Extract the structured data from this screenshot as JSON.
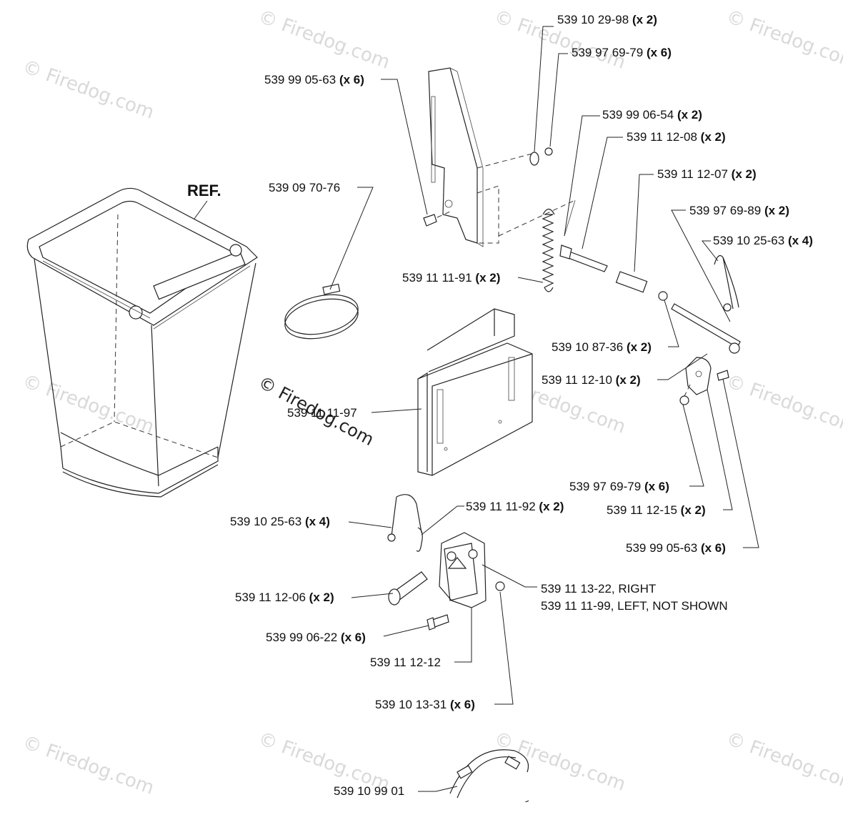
{
  "ref_label": "REF.",
  "watermark": "© Firedog.com",
  "colors": {
    "line": "#222222",
    "watermark": "#d9d9d9",
    "background": "#ffffff"
  },
  "callouts": [
    {
      "id": "c1",
      "part": "539 10 29-98",
      "qty": "(x 2)"
    },
    {
      "id": "c2",
      "part": "539 97 69-79",
      "qty": "(x 6)"
    },
    {
      "id": "c3",
      "part": "539 99 05-63",
      "qty": "(x 6)"
    },
    {
      "id": "c4",
      "part": "539 99 06-54",
      "qty": "(x 2)"
    },
    {
      "id": "c5",
      "part": "539 11 12-08",
      "qty": "(x 2)"
    },
    {
      "id": "c6",
      "part": "539 11 12-07",
      "qty": "(x 2)"
    },
    {
      "id": "c7",
      "part": "539 09 70-76",
      "qty": ""
    },
    {
      "id": "c8",
      "part": "539 97 69-89",
      "qty": "(x 2)"
    },
    {
      "id": "c9",
      "part": "539 10 25-63",
      "qty": "(x 4)"
    },
    {
      "id": "c10",
      "part": "539 11 11-91",
      "qty": "(x 2)"
    },
    {
      "id": "c11",
      "part": "539 10 87-36",
      "qty": "(x 2)"
    },
    {
      "id": "c12",
      "part": "539 11 12-10",
      "qty": "(x 2)"
    },
    {
      "id": "c13",
      "part": "539 11 11-97",
      "qty": ""
    },
    {
      "id": "c14",
      "part": "539 97 69-79",
      "qty": "(x 6)"
    },
    {
      "id": "c15",
      "part": "539 11 12-15",
      "qty": "(x 2)"
    },
    {
      "id": "c16",
      "part": "539 99 05-63",
      "qty": "(x 6)"
    },
    {
      "id": "c17",
      "part": "539 10 25-63",
      "qty": "(x 4)"
    },
    {
      "id": "c18",
      "part": "539 11 11-92",
      "qty": "(x 2)"
    },
    {
      "id": "c19",
      "part": "539 11 13-22, RIGHT",
      "qty": ""
    },
    {
      "id": "c20",
      "part": "539 11 11-99, LEFT, NOT SHOWN",
      "qty": ""
    },
    {
      "id": "c21",
      "part": "539 11 12-06",
      "qty": "(x 2)"
    },
    {
      "id": "c22",
      "part": "539 99 06-22",
      "qty": "(x 6)"
    },
    {
      "id": "c23",
      "part": "539 11 12-12",
      "qty": ""
    },
    {
      "id": "c24",
      "part": "539 10 13-31",
      "qty": "(x 6)"
    },
    {
      "id": "c25",
      "part": "539 10 99 01",
      "qty": ""
    }
  ]
}
